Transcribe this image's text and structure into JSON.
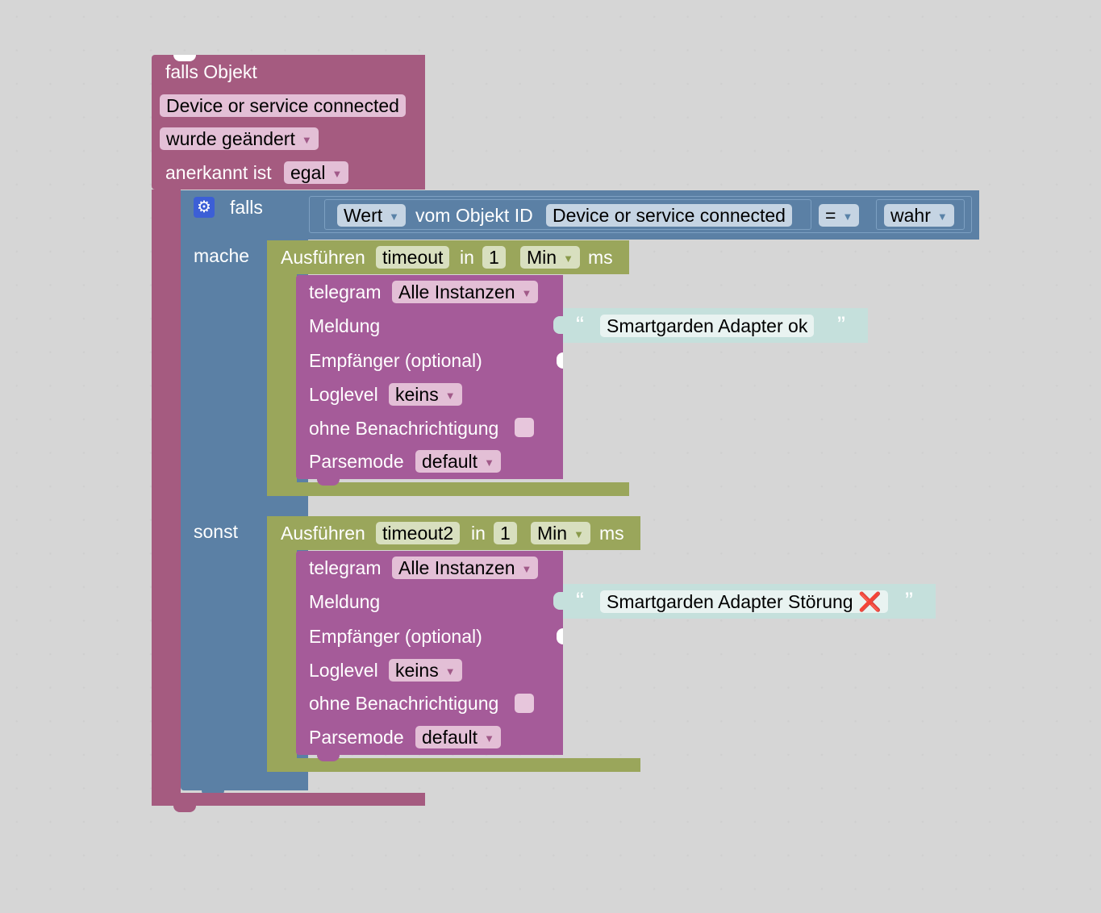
{
  "trigger": {
    "title": "falls Objekt",
    "object": "Device or service connected",
    "event": "wurde geändert",
    "ack_label": "anerkannt ist",
    "ack_value": "egal"
  },
  "ifelse": {
    "if_label": "falls",
    "do_label": "mache",
    "else_label": "sonst"
  },
  "condition": {
    "value_dropdown": "Wert",
    "from_object_label": "vom Objekt ID",
    "object_id": "Device or service connected",
    "operator": "=",
    "bool_value": "wahr"
  },
  "timeout1": {
    "label": "Ausführen",
    "name": "timeout",
    "in_label": "in",
    "amount": "1",
    "unit": "Min",
    "ms_label": "ms"
  },
  "telegram1": {
    "label": "telegram",
    "instance": "Alle Instanzen",
    "message_label": "Meldung",
    "message_text": "Smartgarden Adapter ok",
    "recipient_label": "Empfänger (optional)",
    "loglevel_label": "Loglevel",
    "loglevel": "keins",
    "silent_label": "ohne Benachrichtigung",
    "parsemode_label": "Parsemode",
    "parsemode": "default"
  },
  "timeout2": {
    "label": "Ausführen",
    "name": "timeout2",
    "in_label": "in",
    "amount": "1",
    "unit": "Min",
    "ms_label": "ms"
  },
  "telegram2": {
    "label": "telegram",
    "instance": "Alle Instanzen",
    "message_label": "Meldung",
    "message_text": "Smartgarden Adapter Störung",
    "message_emoji": "❌",
    "recipient_label": "Empfänger (optional)",
    "loglevel_label": "Loglevel",
    "loglevel": "keins",
    "silent_label": "ohne Benachrichtigung",
    "parsemode_label": "Parsemode",
    "parsemode": "default"
  },
  "quotes": {
    "open": "“",
    "close": "”"
  },
  "colors": {
    "trigger_block": "#a55b80",
    "logic_block": "#5b80a5",
    "timeout_block": "#9aa65b",
    "telegram_block": "#a55b99",
    "text_block": "#c5e0dc",
    "workspace": "#ffffff"
  },
  "icons": {
    "settings": "gear-icon",
    "dropdown": "chevron-down-icon"
  }
}
